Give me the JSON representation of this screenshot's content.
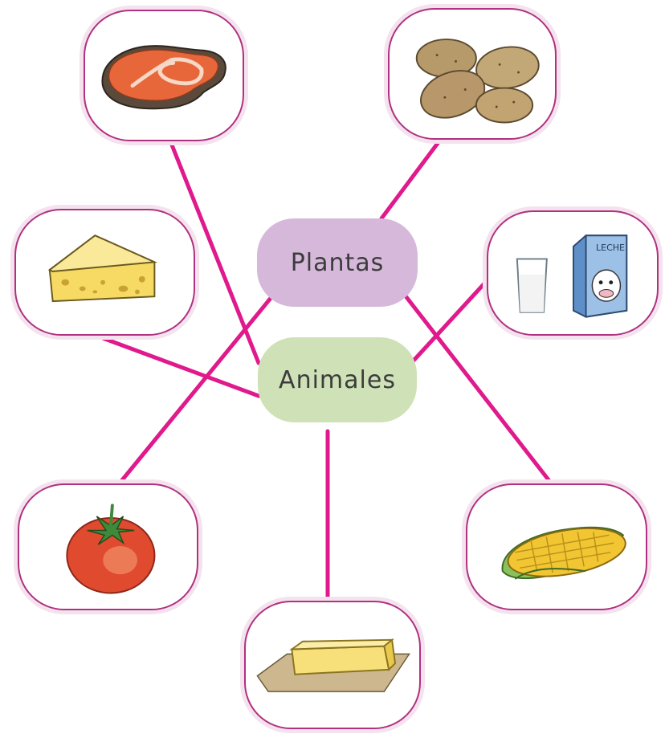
{
  "diagram": {
    "center_nodes": {
      "plantas": "Plantas",
      "animales": "Animales"
    },
    "food_cards": [
      {
        "id": "meat",
        "icon": "steak-icon",
        "category": "Animales"
      },
      {
        "id": "potato",
        "icon": "potatoes-icon",
        "category": "Plantas"
      },
      {
        "id": "cheese",
        "icon": "cheese-icon",
        "category": "Animales"
      },
      {
        "id": "milk",
        "icon": "milk-icon",
        "category": "Animales",
        "carton_text": "LECHE"
      },
      {
        "id": "tomato",
        "icon": "tomato-icon",
        "category": "Plantas"
      },
      {
        "id": "corn",
        "icon": "corn-icon",
        "category": "Plantas"
      },
      {
        "id": "butter",
        "icon": "butter-icon",
        "category": "Animales"
      }
    ],
    "colors": {
      "connector": "#e01a8c",
      "card_border": "#b0317f",
      "plantas_bg": "#d6b9da",
      "animales_bg": "#cfe1b6"
    }
  }
}
